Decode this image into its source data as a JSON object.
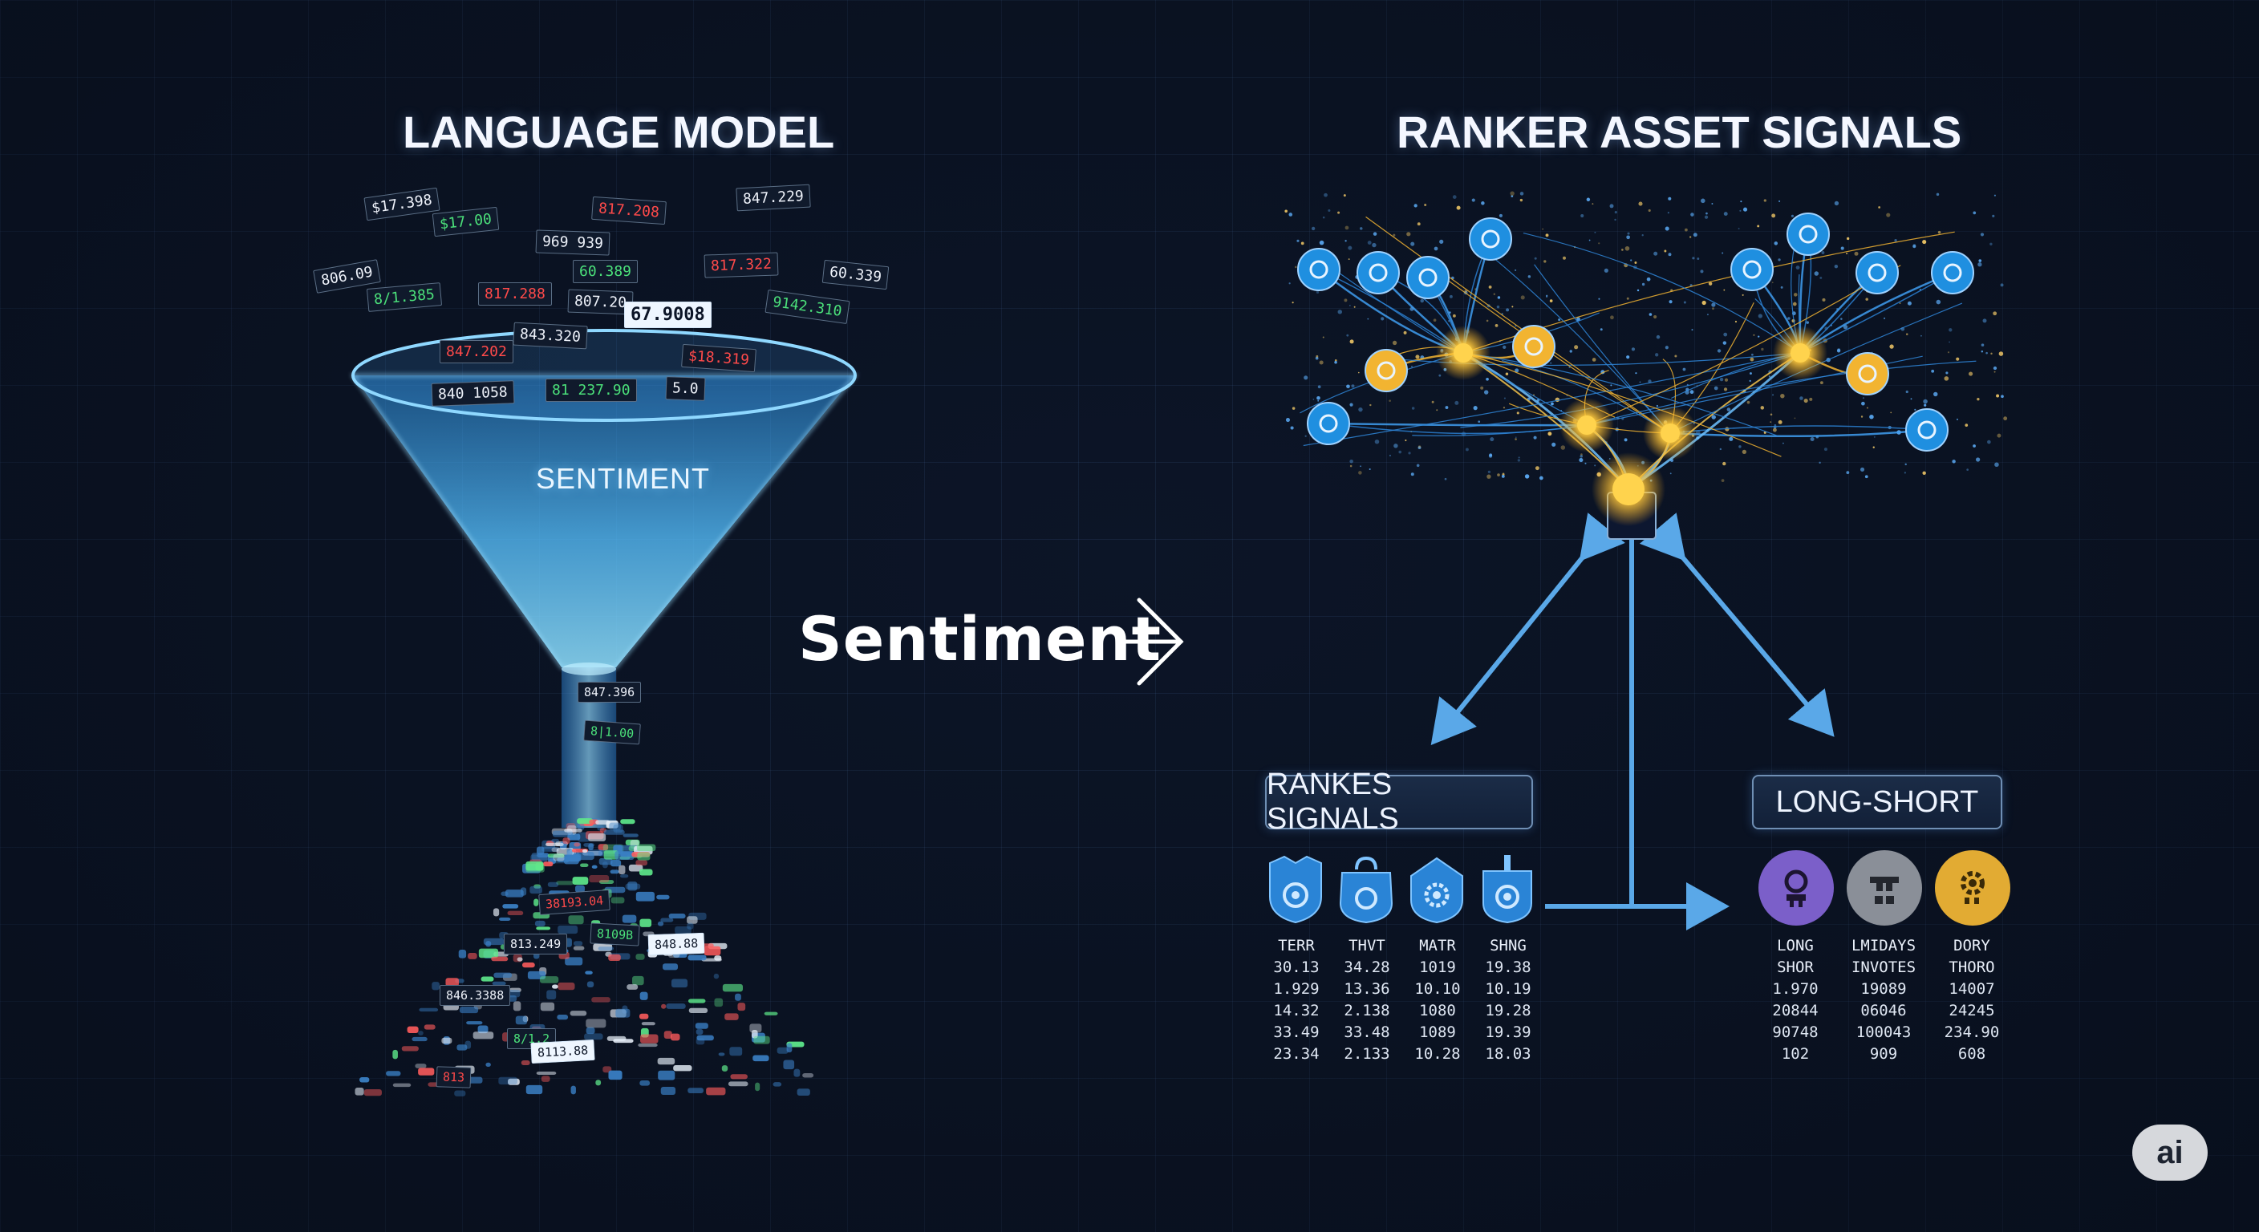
{
  "titles": {
    "left": "LANGUAGE MODEL",
    "right": "RANKER ASSET SIGNALS"
  },
  "funnel_label": "SENTIMENT",
  "flow_label": "Sentiment",
  "boxes": {
    "rankes": "RANKES SIGNALS",
    "long_short": "LONG-SHORT"
  },
  "data_tags": {
    "top": [
      "$17.398",
      "$17.00",
      "817.208",
      "847.229",
      "969 939",
      "60.389",
      "817.322",
      "60.339",
      "806.09",
      "8/1.385",
      "817.288",
      "807.20",
      "67.9008",
      "9142.310",
      "847.202",
      "843.320",
      "840 1058",
      "81 237.90",
      "$18.319",
      "5.0"
    ],
    "bottom": [
      "847.396",
      "8|1.00",
      "38193.04",
      "813.249",
      "8109B",
      "848.88",
      "846.3388",
      "8/1.2",
      "813",
      "8113.88"
    ]
  },
  "rankes_columns": [
    {
      "head": "TERR",
      "values": [
        "30.13",
        "1.929",
        "14.32",
        "33.49",
        "23.34"
      ]
    },
    {
      "head": "THVT",
      "values": [
        "34.28",
        "13.36",
        "2.138",
        "33.48",
        "2.133"
      ]
    },
    {
      "head": "MATR",
      "values": [
        "1019",
        "10.10",
        "1080",
        "1089",
        "10.28"
      ]
    },
    {
      "head": "SHNG",
      "values": [
        "19.38",
        "10.19",
        "19.28",
        "19.39",
        "18.03"
      ]
    }
  ],
  "long_short_columns": [
    {
      "head": "LONG",
      "sub": "SHOR",
      "values": [
        "1.970",
        "20844",
        "90748",
        "102"
      ]
    },
    {
      "head": "LMIDAYS",
      "sub": "INVOTES",
      "values": [
        "19089",
        "06046",
        "100043",
        "909"
      ]
    },
    {
      "head": "DORY",
      "sub": "THORO",
      "values": [
        "14007",
        "24245",
        "234.90",
        "608"
      ]
    }
  ],
  "badge_label": "ai",
  "colors": {
    "background": "#0c1527",
    "funnel": "#4fb6ff",
    "node_blue": "#1f8fe0",
    "node_gold": "#f2b431",
    "long_icon": "#7b5fc9",
    "short_icon": "#8a8f98",
    "gear_icon": "#e2ab33",
    "green_text": "#4be07a",
    "red_text": "#ff4a4a"
  },
  "icons": [
    "blue-shield-icon",
    "blue-bag-icon",
    "blue-gear-shield-icon",
    "blue-flag-icon",
    "person-icon",
    "balance-icon",
    "gear-icon"
  ]
}
